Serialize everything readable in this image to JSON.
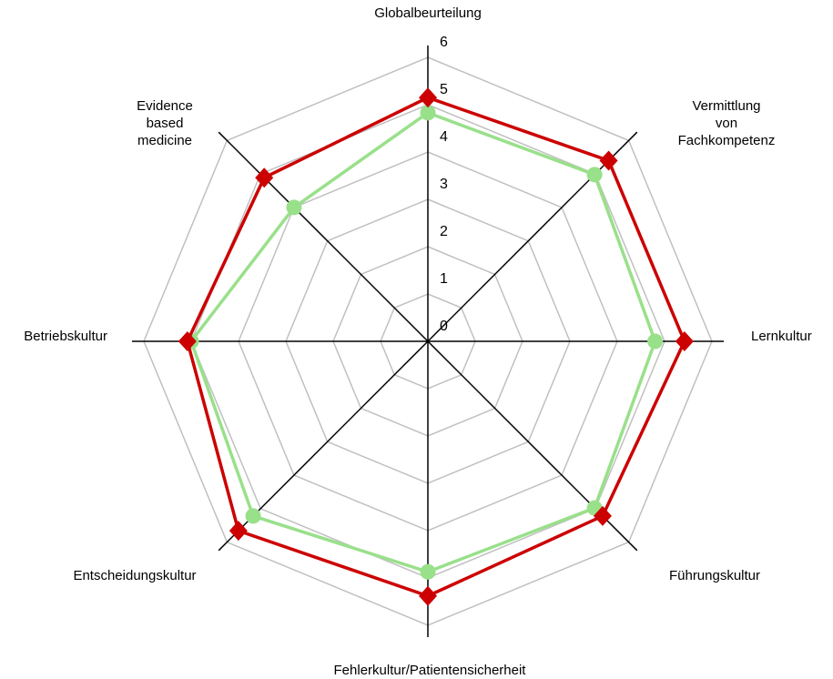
{
  "chart_data": {
    "type": "radar",
    "axes": [
      "Globalbeurteilung",
      "Vermittlung von Fachkompetenz",
      "Lernkultur",
      "Führungskultur",
      "Fehlerkultur/Patientensicherheit",
      "Entscheidungskultur",
      "Betriebskultur",
      "Evidence based medicine"
    ],
    "axis_label_lines": [
      [
        "Globalbeurteilung"
      ],
      [
        "Vermittlung",
        "von",
        "Fachkompetenz"
      ],
      [
        "Lernkultur"
      ],
      [
        "Führungskultur"
      ],
      [
        "Fehlerkultur/Patientensicherheit"
      ],
      [
        "Entscheidungskultur"
      ],
      [
        "Betriebskultur"
      ],
      [
        "Evidence",
        "based",
        "medicine"
      ]
    ],
    "ticks": [
      "0",
      "1",
      "2",
      "3",
      "4",
      "5",
      "6"
    ],
    "range": [
      0,
      6
    ],
    "grid": true,
    "series": [
      {
        "name": "red",
        "color": "#cc0000",
        "marker": "diamond",
        "values": [
          5.15,
          5.4,
          5.42,
          5.22,
          5.38,
          5.66,
          5.08,
          4.89
        ]
      },
      {
        "name": "green",
        "color": "#99e08a",
        "marker": "circle",
        "values": [
          4.83,
          4.98,
          4.8,
          4.98,
          4.87,
          5.22,
          5.0,
          4.0
        ]
      }
    ]
  }
}
